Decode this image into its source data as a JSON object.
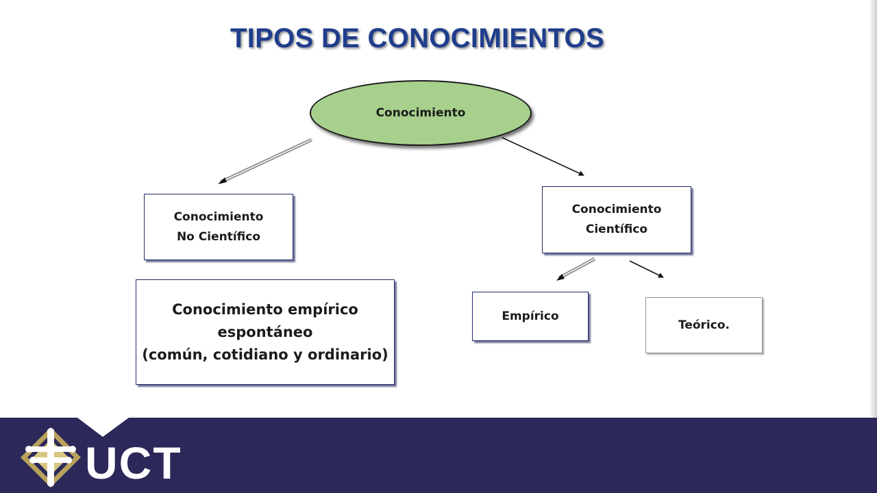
{
  "title": "TIPOS DE CONOCIMIENTOS",
  "nodes": {
    "root": "Conocimiento",
    "no_cientifico": [
      "Conocimiento",
      "No Científico"
    ],
    "cientifico": [
      "Conocimiento",
      "Científico"
    ],
    "empirico_espontaneo": [
      "Conocimiento empírico",
      "espontáneo",
      "(común, cotidiano y ordinario)"
    ],
    "empirico": "Empírico",
    "teorico": "Teórico."
  },
  "logo": {
    "text": "UCT"
  },
  "colors": {
    "title": "#1f3d8c",
    "oval_fill": "#a7d08c",
    "footer": "#2c2859",
    "box_border": "#1f2a6a"
  }
}
